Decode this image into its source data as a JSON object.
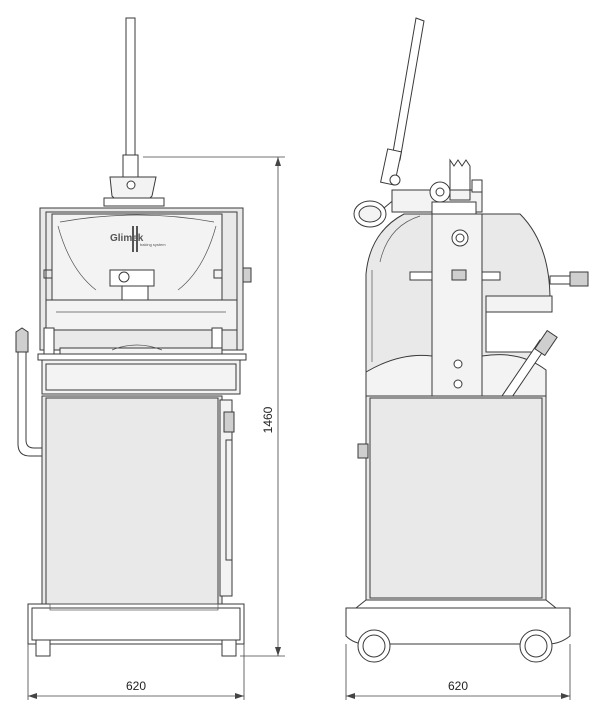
{
  "drawing": {
    "logo_text": "Glimek",
    "logo_sub": "baking system",
    "dim_height": "1460",
    "dim_width_front": "620",
    "dim_width_side": "620"
  }
}
